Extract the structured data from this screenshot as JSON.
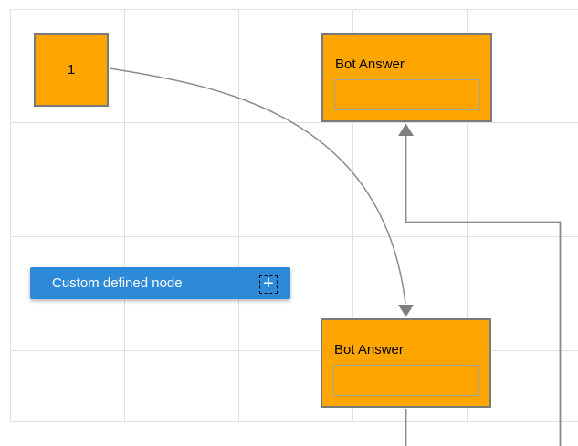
{
  "diagram": {
    "canvas": {
      "background": "#ffffff",
      "grid_line_color": "#e0e0e0"
    },
    "connectors": {
      "line_color": "#8a8a8a",
      "arrow_color": "#7f7f7f"
    },
    "nodes": {
      "start": {
        "label": "1",
        "fill": "#ffa500",
        "border_color": "#7a7a7a",
        "text_color": "#000000"
      },
      "bot_answer_top": {
        "title": "Bot Answer",
        "fill": "#ffa500",
        "border_color": "#7a7a7a",
        "text_color": "#000000"
      },
      "bot_answer_bottom": {
        "title": "Bot Answer",
        "fill": "#ffa500",
        "border_color": "#7a7a7a",
        "text_color": "#000000"
      },
      "custom": {
        "label": "Custom defined node",
        "fill": "#2d8ad9",
        "text_color": "#ffffff",
        "icon": "plus-icon",
        "plus_glyph": "+"
      }
    }
  }
}
